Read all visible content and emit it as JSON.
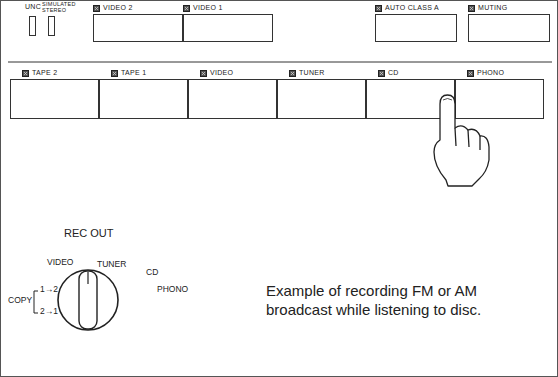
{
  "diagram": {
    "caption": "Example of recording FM or AM broadcast while listening to disc.",
    "nodes": [
      {
        "text": [
          "UNC"
        ]
      },
      {
        "text": [
          "SIMULATED STEREO"
        ]
      },
      {
        "text": [
          "VIDEO 2"
        ]
      },
      {
        "text": [
          "VIDEO 1"
        ]
      },
      {
        "text": [
          "AUTO CLASS A"
        ]
      },
      {
        "text": [
          "MUTING"
        ]
      },
      {
        "text": [
          "TAPE 2"
        ]
      },
      {
        "text": [
          "TAPE 1"
        ]
      },
      {
        "text": [
          "VIDEO"
        ]
      },
      {
        "text": [
          "TUNER"
        ]
      },
      {
        "text": [
          "CD"
        ]
      },
      {
        "text": [
          "PHONO"
        ]
      }
    ],
    "labels": [
      "REC OUT",
      "VIDEO",
      "TUNER",
      "CD",
      "PHONO",
      "COPY",
      "1→2",
      "2→1"
    ]
  }
}
